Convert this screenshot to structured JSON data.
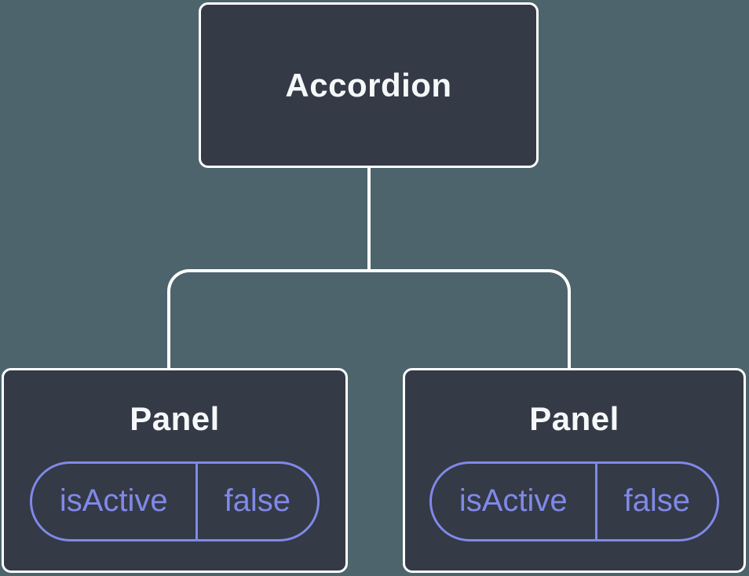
{
  "diagram": {
    "type": "component-tree",
    "root": {
      "label": "Accordion"
    },
    "children": [
      {
        "label": "Panel",
        "state": {
          "key": "isActive",
          "value": "false"
        }
      },
      {
        "label": "Panel",
        "state": {
          "key": "isActive",
          "value": "false"
        }
      }
    ],
    "colors": {
      "background": "#4d646c",
      "node_fill": "#343a46",
      "node_border": "#ffffff",
      "connector": "#ffffff",
      "state_accent": "#8089e8",
      "title_text": "#f6f7f9"
    }
  }
}
